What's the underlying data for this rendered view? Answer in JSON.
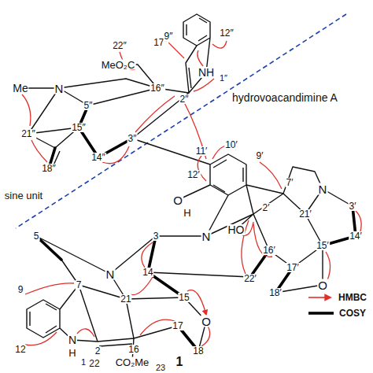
{
  "diagram": {
    "caption": "1",
    "labels": [
      "22″",
      "17″",
      "MeO₂C",
      "9″",
      "12″",
      "16″",
      "NH",
      "1″",
      "2″",
      "Me",
      "N",
      "5″",
      "21″",
      "15″",
      "3″",
      "14″",
      "18″",
      "sine unit",
      "hydrovoacandimine A",
      "11′",
      "10′",
      "9′",
      "12′",
      "O",
      "H",
      "N",
      "2′",
      "HO",
      "7′",
      "N",
      "3′",
      "14′",
      "21′",
      "16′",
      "15′",
      "17′",
      "22′",
      "18′",
      "O",
      "5",
      "N",
      "3",
      "14",
      "15",
      "9",
      "7",
      "21",
      "12",
      "2",
      "N",
      "H",
      "1",
      "16",
      "17",
      "O",
      "18",
      "22",
      "CO₂Me",
      "23"
    ],
    "legend": [
      {
        "text": "HMBC"
      },
      {
        "text": "COSY"
      }
    ]
  }
}
